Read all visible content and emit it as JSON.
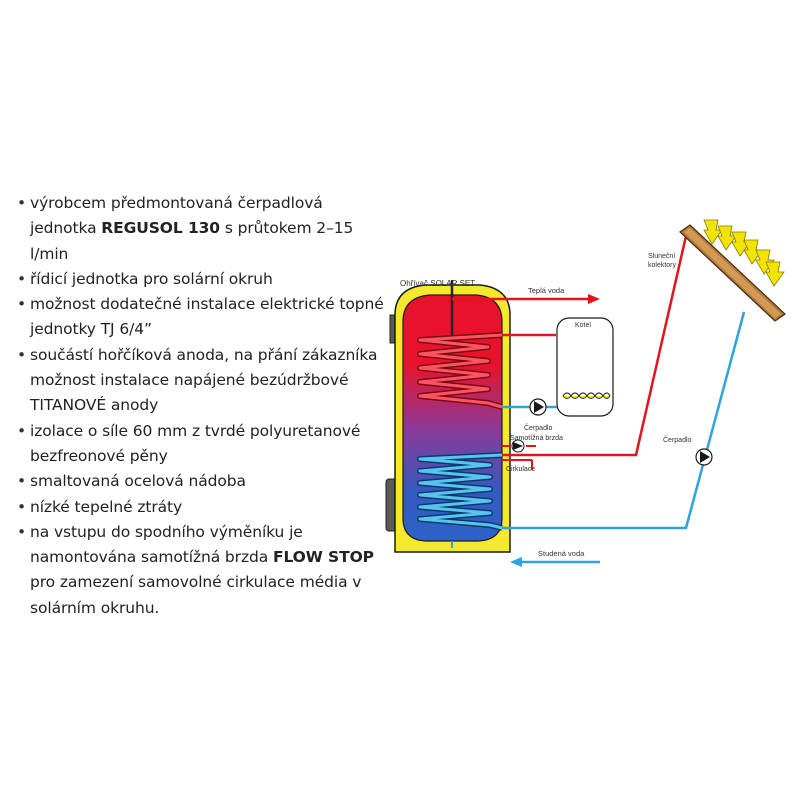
{
  "features": {
    "items": [
      {
        "parts": [
          {
            "t": "výrobcem předmontovaná čerpadlová jednotka "
          },
          {
            "t": "REGUSOL 130",
            "b": true
          },
          {
            "t": " s průtokem 2–15 l/min"
          }
        ]
      },
      {
        "parts": [
          {
            "t": "řídicí jednotka pro solární okruh"
          }
        ]
      },
      {
        "parts": [
          {
            "t": "možnost dodatečné instalace elektrické topné jednotky TJ 6/4”"
          }
        ]
      },
      {
        "parts": [
          {
            "t": "součástí hořčíková anoda, na přání zákazníka možnost instalace napájené bezúdržbové TITANOVÉ anody"
          }
        ]
      },
      {
        "parts": [
          {
            "t": "izolace o síle 60 mm z tvrdé polyuretanové bezfreonové pěny"
          }
        ]
      },
      {
        "parts": [
          {
            "t": "smaltovaná ocelová nádoba"
          }
        ]
      },
      {
        "parts": [
          {
            "t": "nízké tepelné ztráty"
          }
        ]
      },
      {
        "parts": [
          {
            "t": "na vstupu do spodního výměníku je namontována samotížná brzda "
          },
          {
            "t": "FLOW STOP",
            "b": true
          },
          {
            "t": " pro zamezení samovolné cirkulace média v solárním okruhu."
          }
        ]
      }
    ]
  },
  "diagram": {
    "tank_label": "Ohřívač SOLAR SET",
    "hot_water": "Teplá voda",
    "boiler": "Kotel",
    "pump_boiler": "Čerpadlo",
    "gravity_brake": "Samotížná brzda",
    "circulation": "Cirkulace",
    "cold_water": "Studená voda",
    "collectors": [
      "Sluneční",
      "kolektory"
    ],
    "pump_solar": "Čerpadlo"
  },
  "colors": {
    "insulation": "#f5e82e",
    "tank_top": "#e8132b",
    "tank_bottom": "#2d63c8",
    "hot_pipe": "#e2141e",
    "cold_pipe": "#2ea3dc",
    "sun_rays": "#f2e400",
    "collector": "#b07a3a"
  }
}
